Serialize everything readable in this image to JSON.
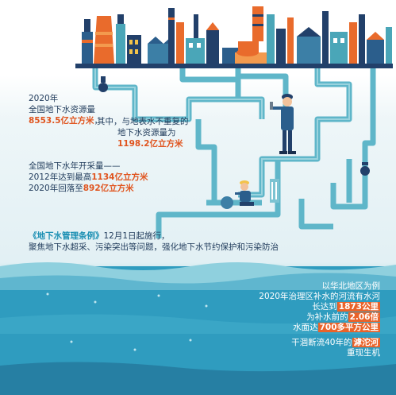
{
  "block1": {
    "year": "2020年",
    "line2": "全国地下水资源量",
    "amount": "8553.5亿立方米",
    "sep": "，",
    "line3_a": "其中，与地表水不重复的",
    "line3_b": "地下水资源量为",
    "amount2": "1198.2亿立方米"
  },
  "block2": {
    "line1": "全国地下水年开采量——",
    "line2_a": "2012年达到最高",
    "line2_hl": "1134亿立方米",
    "line3_a": "2020年回落至",
    "line3_hl": "892亿立方米"
  },
  "block3": {
    "title_hl": "《地下水管理条例》",
    "line1_rest": "12月1日起施行，",
    "line2": "聚焦地下水超采、污染突出等问题，强化地下水节约保护和污染防治"
  },
  "block4": {
    "l1": "以华北地区为例",
    "l2": "2020年治理区补水的河流有水河",
    "l3_a": "长达到",
    "l3_hl": "1873公里",
    "l4_a": "为补水前的",
    "l4_hl": "2.06倍",
    "l5_a": "水面达",
    "l5_hl": "700多平方公里",
    "l6_a": "干涸断流40年的",
    "l6_hl": "滹沱河",
    "l7": "重现生机"
  },
  "colors": {
    "pipe": "#5fb6c9",
    "water": "#2f9cbf",
    "accent": "#e0541e",
    "factory_orange": "#e96b2c",
    "factory_navy": "#22406a"
  },
  "icons": {
    "worker_top": "worker-with-wrench-icon",
    "worker_crouch": "worker-crouching-icon",
    "valve": "pipe-valve-icon"
  }
}
